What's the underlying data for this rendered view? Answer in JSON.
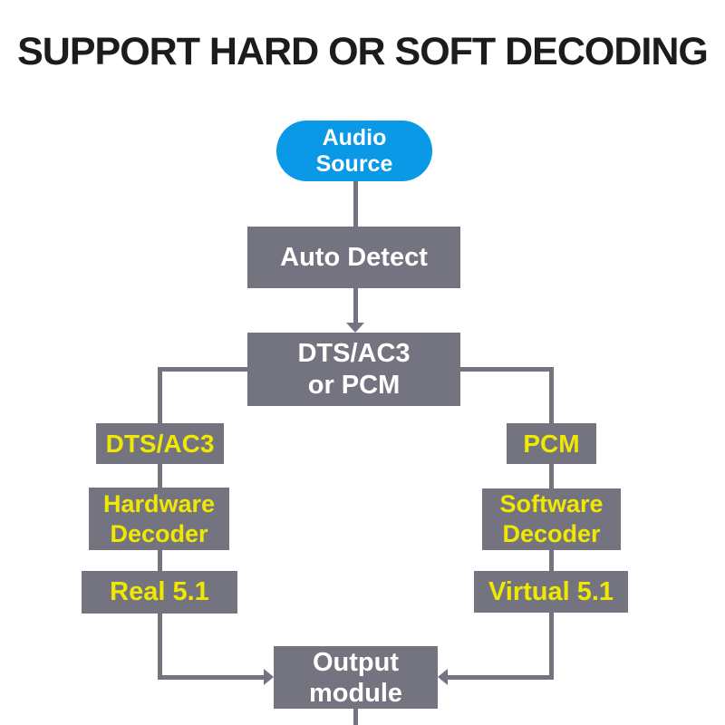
{
  "title": "SUPPORT HARD OR SOFT DECODING",
  "colors": {
    "pill_blue": "#0999E6",
    "box_gray": "#73747F",
    "accent_yellow": "#F0E800",
    "title_text": "#1C1C1C",
    "box_text_white": "#FFFFFF",
    "background": "#FFFFFF"
  },
  "nodes": {
    "audio_source": {
      "line1": "Audio",
      "line2": "Source"
    },
    "auto_detect": {
      "label": "Auto Detect"
    },
    "dts_ac3_or_pcm": {
      "line1": "DTS/AC3",
      "line2": "or PCM"
    },
    "dts_ac3": {
      "label": "DTS/AC3"
    },
    "hardware_decoder": {
      "line1": "Hardware",
      "line2": "Decoder"
    },
    "real_51": {
      "label": "Real 5.1"
    },
    "pcm": {
      "label": "PCM"
    },
    "software_decoder": {
      "line1": "Software",
      "line2": "Decoder"
    },
    "virtual_51": {
      "label": "Virtual 5.1"
    },
    "output_module": {
      "line1": "Output",
      "line2": "module"
    }
  },
  "edges": [
    {
      "from": "audio-source",
      "to": "auto-detect",
      "arrow": false
    },
    {
      "from": "auto-detect",
      "to": "dts-ac3-or-pcm",
      "arrow": true
    },
    {
      "from": "dts-ac3-or-pcm",
      "to": "dts-ac3",
      "arrow": false
    },
    {
      "from": "dts-ac3-or-pcm",
      "to": "pcm",
      "arrow": false
    },
    {
      "from": "dts-ac3",
      "to": "hardware-decoder",
      "arrow": false
    },
    {
      "from": "hardware-decoder",
      "to": "real-5.1",
      "arrow": false
    },
    {
      "from": "real-5.1",
      "to": "output-module",
      "arrow": true
    },
    {
      "from": "pcm",
      "to": "software-decoder",
      "arrow": false
    },
    {
      "from": "software-decoder",
      "to": "virtual-5.1",
      "arrow": false
    },
    {
      "from": "virtual-5.1",
      "to": "output-module",
      "arrow": true
    },
    {
      "from": "output-module",
      "to": "offscreen-bottom",
      "arrow": false
    }
  ]
}
